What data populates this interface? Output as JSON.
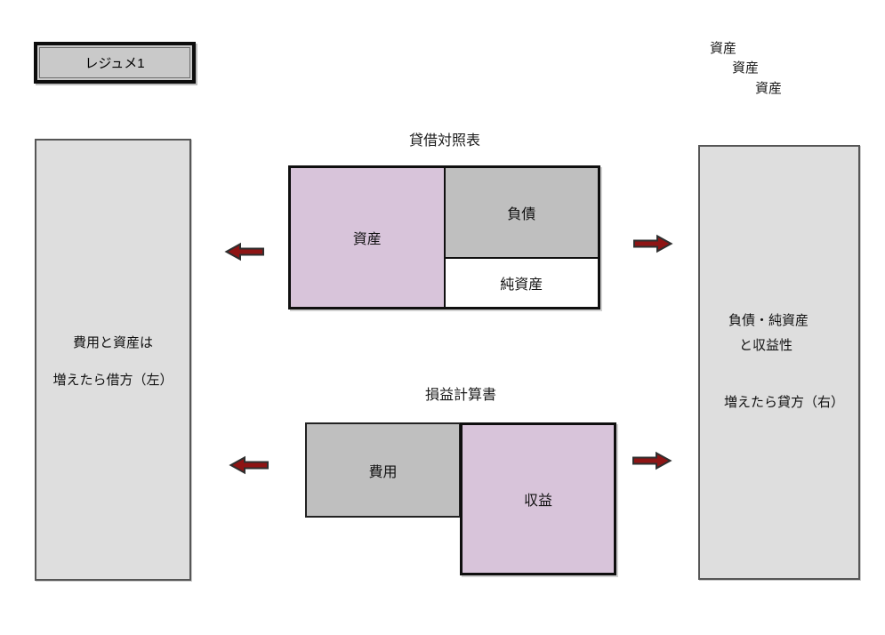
{
  "window": {
    "background": "#ffffff"
  },
  "resume_button": {
    "label": "レジュメ1"
  },
  "staircase_labels": [
    "資産",
    "資産",
    "資産"
  ],
  "balance_sheet": {
    "title": "貸借対照表",
    "cells": {
      "assets": "資産",
      "liabilities": "負債",
      "net_assets": "純資産"
    }
  },
  "income_statement": {
    "title": "損益計算書",
    "cells": {
      "expenses": "費用",
      "revenue": "収益"
    }
  },
  "left_note": {
    "lines": [
      "費用と資産は",
      "増えたら借方（左）"
    ]
  },
  "right_note": {
    "lines": [
      "負債・純資産",
      "と収益性",
      "増えたら貸方（右）"
    ]
  },
  "colors": {
    "panel_pink": "#d8c4da",
    "panel_gray": "#bfbfbf",
    "note_gray": "#dedede",
    "net_assets_white": "#ffffff",
    "arrow_red": "#8e1414",
    "border_black": "#0f0f0f"
  }
}
